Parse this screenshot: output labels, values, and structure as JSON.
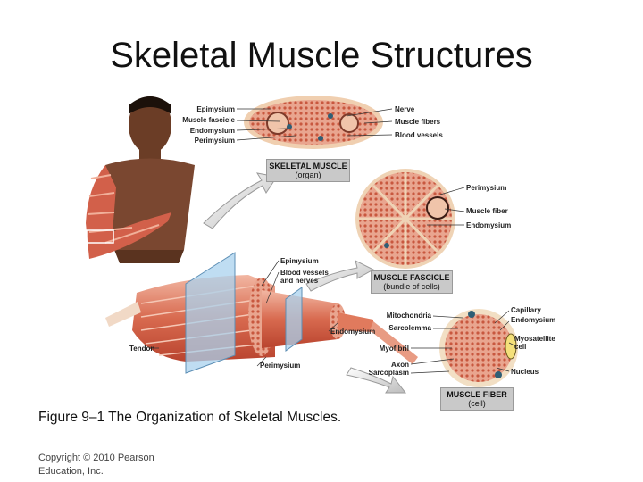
{
  "slide": {
    "title": "Skeletal Muscle Structures",
    "caption": "Figure 9–1 The Organization of Skeletal Muscles.",
    "copyright": "Copyright © 2010 Pearson Education, Inc."
  },
  "figure": {
    "boxes": {
      "organ_title": "SKELETAL MUSCLE",
      "organ_sub": "(organ)",
      "fascicle_title": "MUSCLE FASCICLE",
      "fascicle_sub": "(bundle of cells)",
      "fiber_title": "MUSCLE FIBER",
      "fiber_sub": "(cell)"
    },
    "labels": {
      "epimysium_top": "Epimysium",
      "muscle_fascicle": "Muscle fascicle",
      "endomysium_top": "Endomysium",
      "perimysium_top": "Perimysium",
      "nerve": "Nerve",
      "muscle_fibers": "Muscle fibers",
      "blood_vessels": "Blood vessels",
      "perimysium_mid": "Perimysium",
      "muscle_fiber": "Muscle fiber",
      "endomysium_mid": "Endomysium",
      "epimysium_mid": "Epimysium",
      "blood_vessels_nerves_1": "Blood vessels",
      "blood_vessels_nerves_2": "and nerves",
      "tendon": "Tendon",
      "endomysium_low": "Endomysium",
      "perimysium_low": "Perimysium",
      "mitochondria": "Mitochondria",
      "sarcolemma": "Sarcolemma",
      "myofibril": "Myofibril",
      "axon": "Axon",
      "sarcoplasm": "Sarcoplasm",
      "capillary": "Capillary",
      "endomysium_fiber": "Endomysium",
      "myosatellite_1": "Myosatellite",
      "myosatellite_2": "cell",
      "nucleus": "Nucleus"
    }
  }
}
